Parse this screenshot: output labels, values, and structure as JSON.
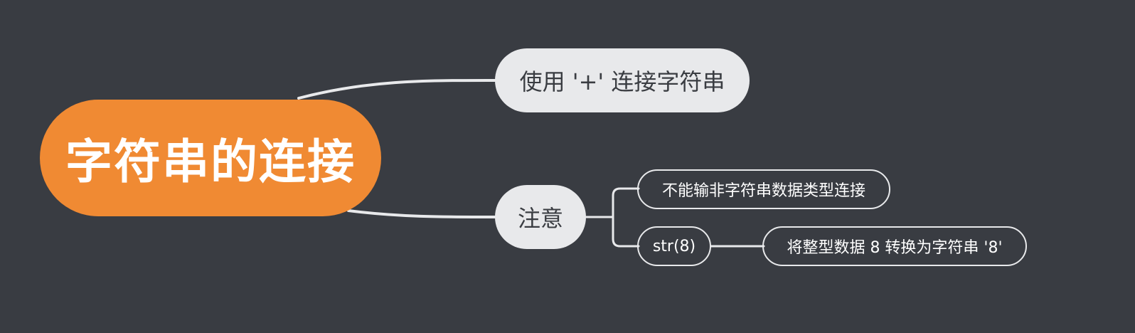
{
  "mindmap": {
    "root": {
      "label": "字符串的连接"
    },
    "branches": [
      {
        "label": "使用 '+' 连接字符串"
      },
      {
        "label": "注意",
        "children": [
          {
            "label": "不能输非字符串数据类型连接"
          },
          {
            "label": "str(8)",
            "children": [
              {
                "label": "将整型数据 8 转换为字符串 '8'"
              }
            ]
          }
        ]
      }
    ]
  },
  "colors": {
    "background": "#393c42",
    "root_fill": "#f08a33",
    "branch_fill": "#e8e9eb",
    "connector": "#e8e9eb"
  }
}
